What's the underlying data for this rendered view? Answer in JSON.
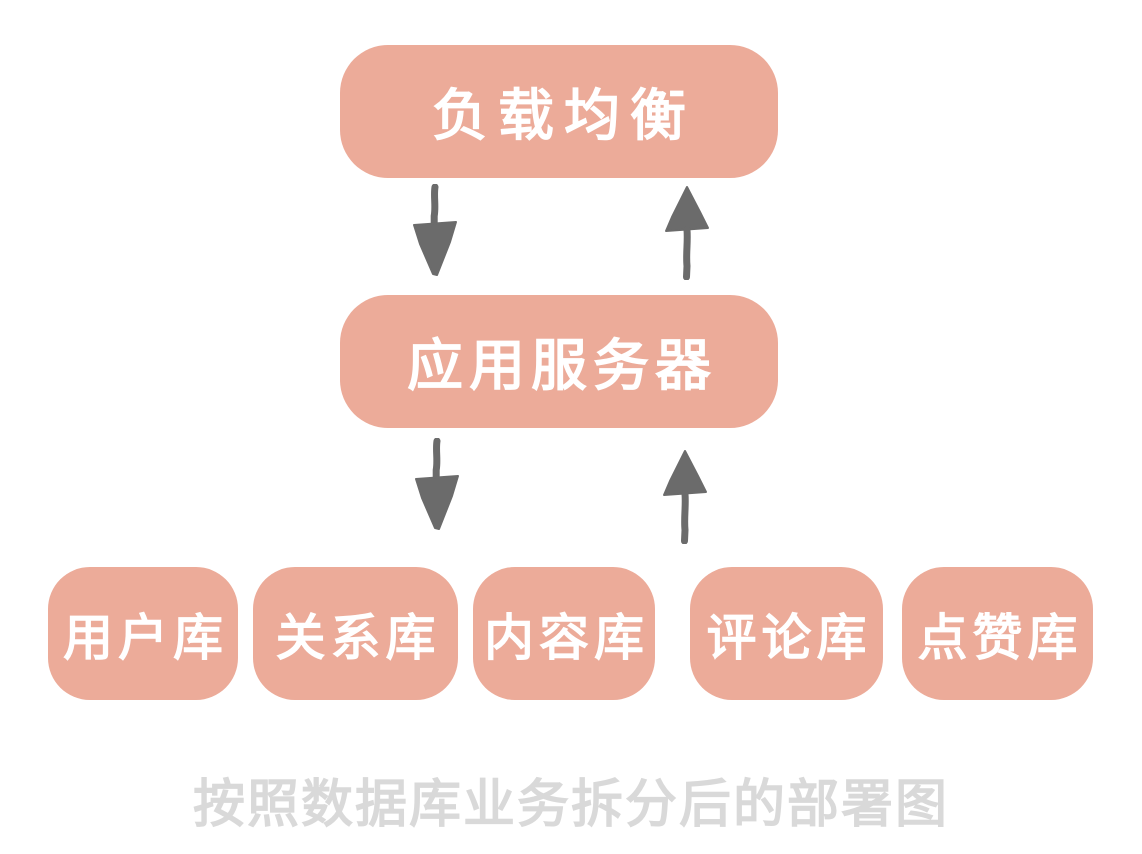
{
  "diagram": {
    "title": "database-split-deployment-diagram",
    "nodes": {
      "load_balancer": "负载均衡",
      "app_server": "应用服务器",
      "databases": [
        "用户库",
        "关系库",
        "内容库",
        "评论库",
        "点赞库"
      ]
    },
    "edges": [
      {
        "from": "load_balancer",
        "to": "app_server",
        "direction": "down"
      },
      {
        "from": "app_server",
        "to": "load_balancer",
        "direction": "up"
      },
      {
        "from": "app_server",
        "to": "databases",
        "direction": "down"
      },
      {
        "from": "databases",
        "to": "app_server",
        "direction": "up"
      }
    ],
    "caption": "按照数据库业务拆分后的部署图",
    "colors": {
      "node_fill": "#ecab99",
      "node_text": "#ffffff",
      "arrow": "#6b6b6b",
      "caption_text": "#d9d9d9",
      "background": "#ffffff"
    }
  }
}
